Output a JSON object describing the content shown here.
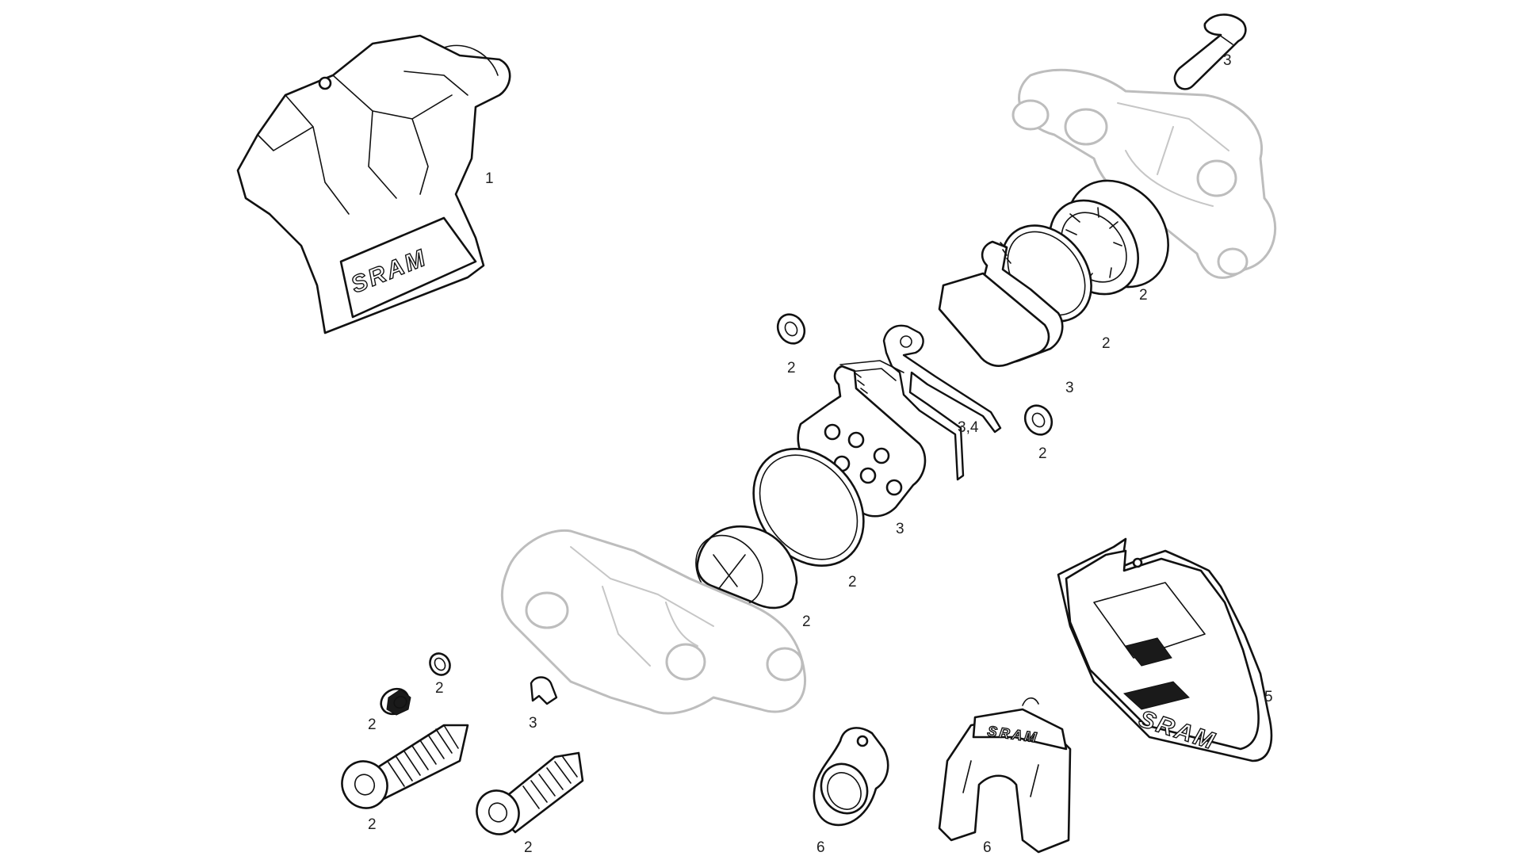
{
  "brand": {
    "logo_text": "SRAM"
  },
  "callouts": [
    {
      "id": "caliper-top",
      "label": "1"
    },
    {
      "id": "pin-top",
      "label": "3"
    },
    {
      "id": "piston-right",
      "label": "2"
    },
    {
      "id": "seal-right",
      "label": "2"
    },
    {
      "id": "small-washer-upper",
      "label": "2"
    },
    {
      "id": "pad-right",
      "label": "3"
    },
    {
      "id": "spring",
      "label": "3,4"
    },
    {
      "id": "small-washer-right",
      "label": "2"
    },
    {
      "id": "pad-left",
      "label": "3"
    },
    {
      "id": "seal-left",
      "label": "2"
    },
    {
      "id": "piston-left",
      "label": "2"
    },
    {
      "id": "cover-plate",
      "label": "5"
    },
    {
      "id": "o-ring-small",
      "label": "2"
    },
    {
      "id": "bleed-screw",
      "label": "2"
    },
    {
      "id": "retainer-clip",
      "label": "3"
    },
    {
      "id": "bolt-left",
      "label": "2"
    },
    {
      "id": "bolt-right",
      "label": "2"
    },
    {
      "id": "spacer",
      "label": "6"
    },
    {
      "id": "bleed-block",
      "label": "6"
    }
  ],
  "colors": {
    "ink": "#111111",
    "ghost": "#bdbdbd",
    "label": "#222222",
    "background": "#ffffff"
  }
}
